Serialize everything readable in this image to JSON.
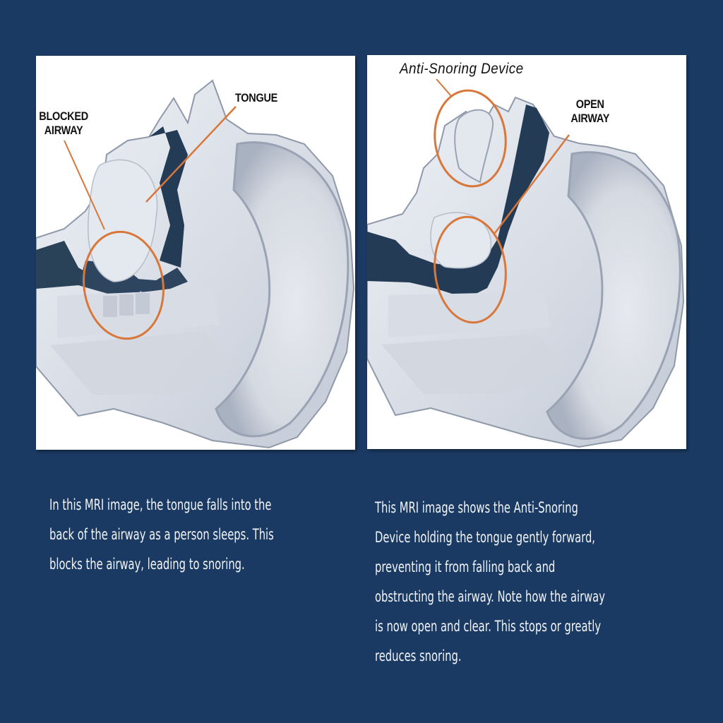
{
  "colors": {
    "background": "#1b3a63",
    "panel": "#ffffff",
    "callout_orange": "#d9773a",
    "caption_text": "#f2f5f8",
    "label_text": "#111111"
  },
  "left_panel": {
    "labels": {
      "blocked_airway_line1": "BLOCKED",
      "blocked_airway_line2": "AIRWAY",
      "tongue": "TONGUE"
    },
    "caption_lines": [
      "In this MRI image, the tongue falls into the",
      "back of the airway as a person sleeps. This",
      "blocks the airway, leading to snoring."
    ]
  },
  "right_panel": {
    "labels": {
      "device": "Anti-Snoring Device",
      "open_airway_line1": "OPEN",
      "open_airway_line2": "AIRWAY"
    },
    "caption_lines": [
      "This MRI image shows the Anti-Snoring",
      "Device holding the tongue gently forward,",
      "preventing it from falling back and",
      "obstructing the airway. Note how the airway",
      "is now open and clear. This stops or greatly",
      "reduces snoring."
    ]
  }
}
